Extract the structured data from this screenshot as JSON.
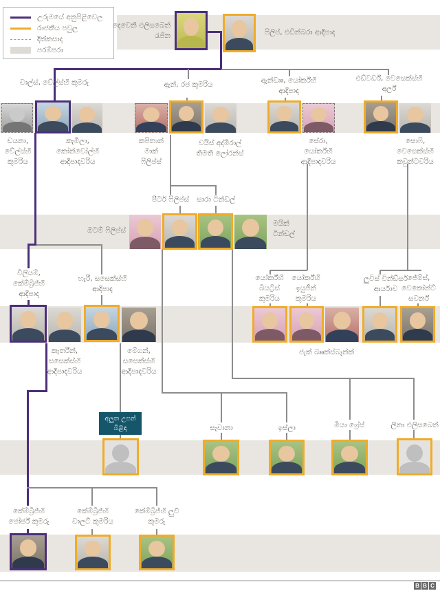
{
  "legend": {
    "items": [
      {
        "key": "inheritance",
        "label": "උරුමයේ අනුපිළිවෙල",
        "color": "#4b2e7a"
      },
      {
        "key": "royal-family",
        "label": "රාජකීය පවුල",
        "color": "#f0ac28"
      },
      {
        "key": "divorced",
        "label": "දික්කසාද",
        "color": "#999999"
      },
      {
        "key": "generation",
        "label": "පරම්පරා",
        "color": "#dedad5"
      }
    ]
  },
  "people": {
    "queen": {
      "label": "දෙවෙනි එලිසබෙත්\nරැජින",
      "border": "inheritance"
    },
    "philip": {
      "label": "ෆිලිප්, එඩින්බරා ආදිපාද",
      "border": "royal"
    },
    "charles": {
      "label": "චාල්ස්, වේල්ස්හි කුමරු",
      "border": "inheritance"
    },
    "diana": {
      "label": "ඩයනා,\nවේල්ස්හි\nකුමරිය",
      "border": "divorced"
    },
    "camilla": {
      "label": "කැමිලා,\nකෝන්වෝල්හි\nආදිපාදවරිය",
      "border": "none"
    },
    "anne": {
      "label": "ඇන්, රජ කුමරිය",
      "border": "royal"
    },
    "mark": {
      "label": "කපිතාන්\nමාක්\nෆිලිප්ස්",
      "border": "divorced"
    },
    "timothy": {
      "label": "වයිස් අද්මිරාල්\nතිමති ලෝරන්ස්",
      "border": "none"
    },
    "andrew": {
      "label": "ඇන්ඩෲ, යෝර්ක්හි\nආදිපාද",
      "border": "royal"
    },
    "sarah": {
      "label": "සේරා,\nයෝර්ක්හි\nආදිපාදවරිය",
      "border": "divorced"
    },
    "edward": {
      "label": "එඩ්වර්ඩ්, වෙසෙක්ස්හි\nඅර්ල්",
      "border": "royal"
    },
    "sophie": {
      "label": "සොෆි,\nවෙසෙක්ස්හි\nකවුන්ටවරිය",
      "border": "none"
    },
    "peter": {
      "label": "පීටර් ෆිලිප්ස්",
      "border": "royal"
    },
    "zara": {
      "label": "සාරා ටින්ඩල්",
      "border": "royal"
    },
    "autumn": {
      "label": "ඔටම් ෆිලිප්ස්",
      "border": "none"
    },
    "mike": {
      "label": "මයික්\nටින්ඩල්",
      "border": "none"
    },
    "william": {
      "label": "විලියම්,\nකේම්බ්‍රිජ්හි\nආදිපාද",
      "border": "inheritance"
    },
    "kate": {
      "label": "කැතරීන්,\nසසෙක්ස්හි\nආදිපාදවරිය",
      "border": "none"
    },
    "harry": {
      "label": "හැරී, සසෙක්ස්හි\nආදිපාද",
      "border": "royal"
    },
    "meghan": {
      "label": "මේගන්,\nසසෙක්ස්හි\nආදිපාදවරිය",
      "border": "none"
    },
    "beatrice": {
      "label": "යෝර්ක්හි\nබියට්‍රිස්\nකුමරිය",
      "border": "royal"
    },
    "eugenie": {
      "label": "යෝර්ක්හි\nඉයුජීන්\nකුමරිය",
      "border": "royal"
    },
    "jack": {
      "label": "ජැක් බෲක්ස්බෑන්ක්",
      "border": "none"
    },
    "louise": {
      "label": "ලුවිස් වින්ඩ්සර්\nආර්යාව",
      "border": "royal"
    },
    "james": {
      "label": "ජේම්ස්,\nවෙකෝන්ට්\nසවර්න්",
      "border": "royal"
    },
    "newborn": {
      "label": "අලුත උපන්\nබිළිඳා",
      "border": "royal",
      "photo": "silhouette"
    },
    "savannah": {
      "label": "සැවානා",
      "border": "royal"
    },
    "isla": {
      "label": "ඉස්ලා",
      "border": "royal"
    },
    "mia": {
      "label": "මියා ග්‍රේස්",
      "border": "royal"
    },
    "lena": {
      "label": "ලීනා එලිසබෙත්",
      "border": "royal",
      "photo": "silhouette"
    },
    "george": {
      "label": "කේම්බ්‍රිජ්හි\nජෝර්ජ් කුමරු",
      "border": "inheritance"
    },
    "charlotte": {
      "label": "කේම්බ්‍රිජ්හි\nචාලට් කුමරිය",
      "border": "royal"
    },
    "louis": {
      "label": "කේම්බ්‍රිජ්හි ලුවී\nකුමරු",
      "border": "royal"
    }
  },
  "footer": {
    "bbc_letters": [
      "B",
      "B",
      "C"
    ]
  }
}
